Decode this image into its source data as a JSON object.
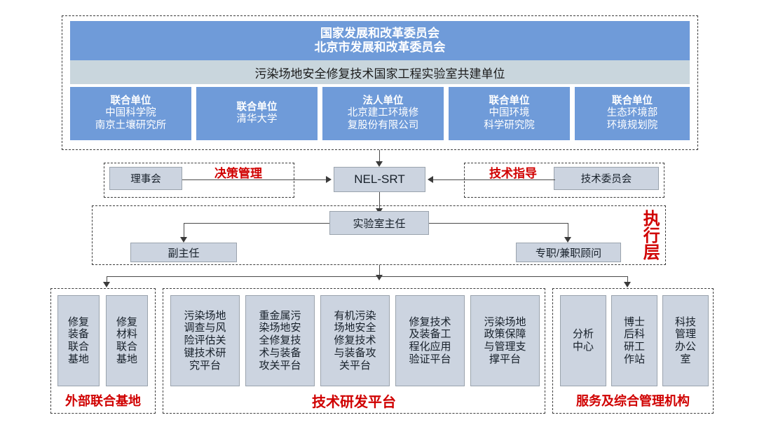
{
  "top_group": {
    "ministry_box": {
      "line1": "国家发展和改革委员会",
      "line2": "北京市发展和改革委员会"
    },
    "band": "污染场地安全修复技术国家工程实验室共建单位",
    "units": [
      {
        "role": "联合单位",
        "name_line1": "中国科学院",
        "name_line2": "南京土壤研究所"
      },
      {
        "role": "联合单位",
        "name_line1": "清华大学",
        "name_line2": ""
      },
      {
        "role": "法人单位",
        "name_line1": "北京建工环境修",
        "name_line2": "复股份有限公司"
      },
      {
        "role": "联合单位",
        "name_line1": "中国环境",
        "name_line2": "科学研究院"
      },
      {
        "role": "联合单位",
        "name_line1": "生态环境部",
        "name_line2": "环境规划院"
      }
    ]
  },
  "governance": {
    "left_box": "理事会",
    "left_label": "决策管理",
    "center_box": "NEL-SRT",
    "right_label": "技术指导",
    "right_box": "技术委员会"
  },
  "executive": {
    "layer_label": "执行层",
    "layer_label_chars": [
      "执",
      "行",
      "层"
    ],
    "director": "实验室主任",
    "deputy": "副主任",
    "advisor": "专职/兼职顾问"
  },
  "bottom": {
    "external_base": {
      "label": "外部联合基地",
      "items": [
        {
          "lines": [
            "修复",
            "装备",
            "联合",
            "基地"
          ]
        },
        {
          "lines": [
            "修复",
            "材料",
            "联合",
            "基地"
          ]
        }
      ]
    },
    "rd_platform": {
      "label": "技术研发平台",
      "items": [
        {
          "lines": [
            "污染场地",
            "调查与风",
            "险评估关",
            "键技术研",
            "究平台"
          ]
        },
        {
          "lines": [
            "重金属污",
            "染场地安",
            "全修复技",
            "术与装备",
            "攻关平台"
          ]
        },
        {
          "lines": [
            "有机污染",
            "场地安全",
            "修复技术",
            "与装备攻",
            "关平台"
          ]
        },
        {
          "lines": [
            "修复技术",
            "及装备工",
            "程化应用",
            "验证平台"
          ]
        },
        {
          "lines": [
            "污染场地",
            "政策保障",
            "与管理支",
            "撑平台"
          ]
        }
      ]
    },
    "service_mgmt": {
      "label": "服务及综合管理机构",
      "items": [
        {
          "lines": [
            "分析",
            "中心"
          ]
        },
        {
          "lines": [
            "博士",
            "后科",
            "研工",
            "作站"
          ]
        },
        {
          "lines": [
            "科技",
            "管理",
            "办公",
            "室"
          ]
        }
      ]
    }
  },
  "colors": {
    "header_blue": "#6f9bd9",
    "band_gray": "#c9d6dd",
    "box_gray": "#ccd4e0",
    "red": "#d00000",
    "line": "#4a4a4a"
  }
}
